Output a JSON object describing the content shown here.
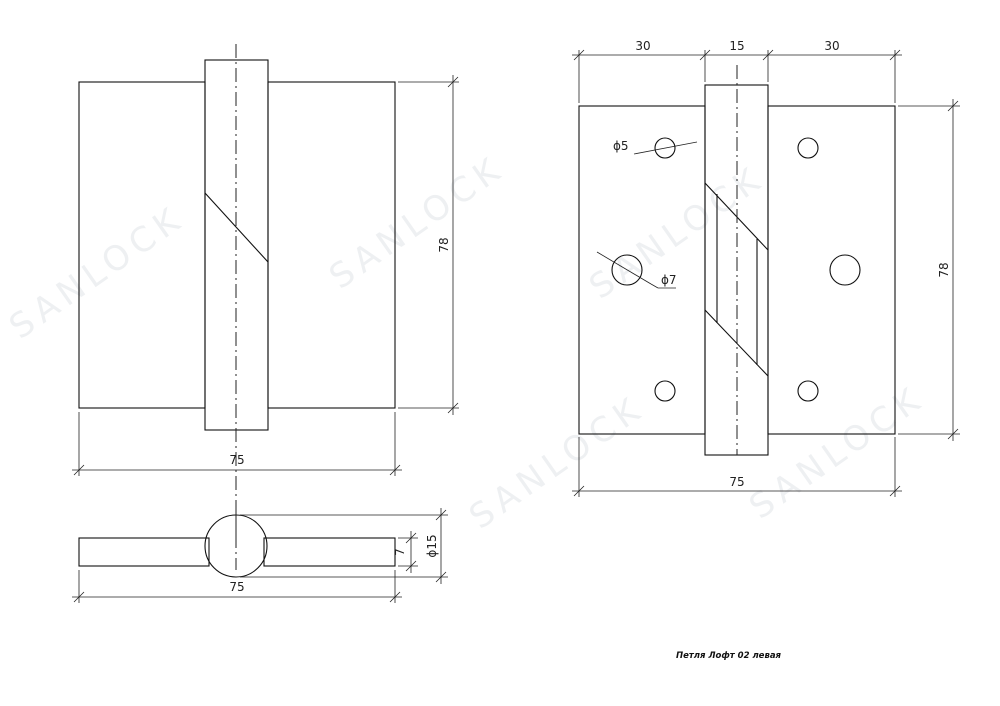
{
  "watermark": "SANLOCK",
  "caption": "Петля Лофт 02 левая",
  "front_view": {
    "width_dim": "75",
    "height_dim": "78"
  },
  "top_view": {
    "width_dim": "75",
    "thickness_dim": "7",
    "knuckle_diameter_dim": "ϕ15"
  },
  "rear_view": {
    "leaf_left_dim": "30",
    "knuckle_dim": "15",
    "leaf_right_dim": "30",
    "height_dim": "78",
    "width_dim": "75",
    "small_hole_dim": "ϕ5",
    "large_hole_dim": "ϕ7"
  }
}
